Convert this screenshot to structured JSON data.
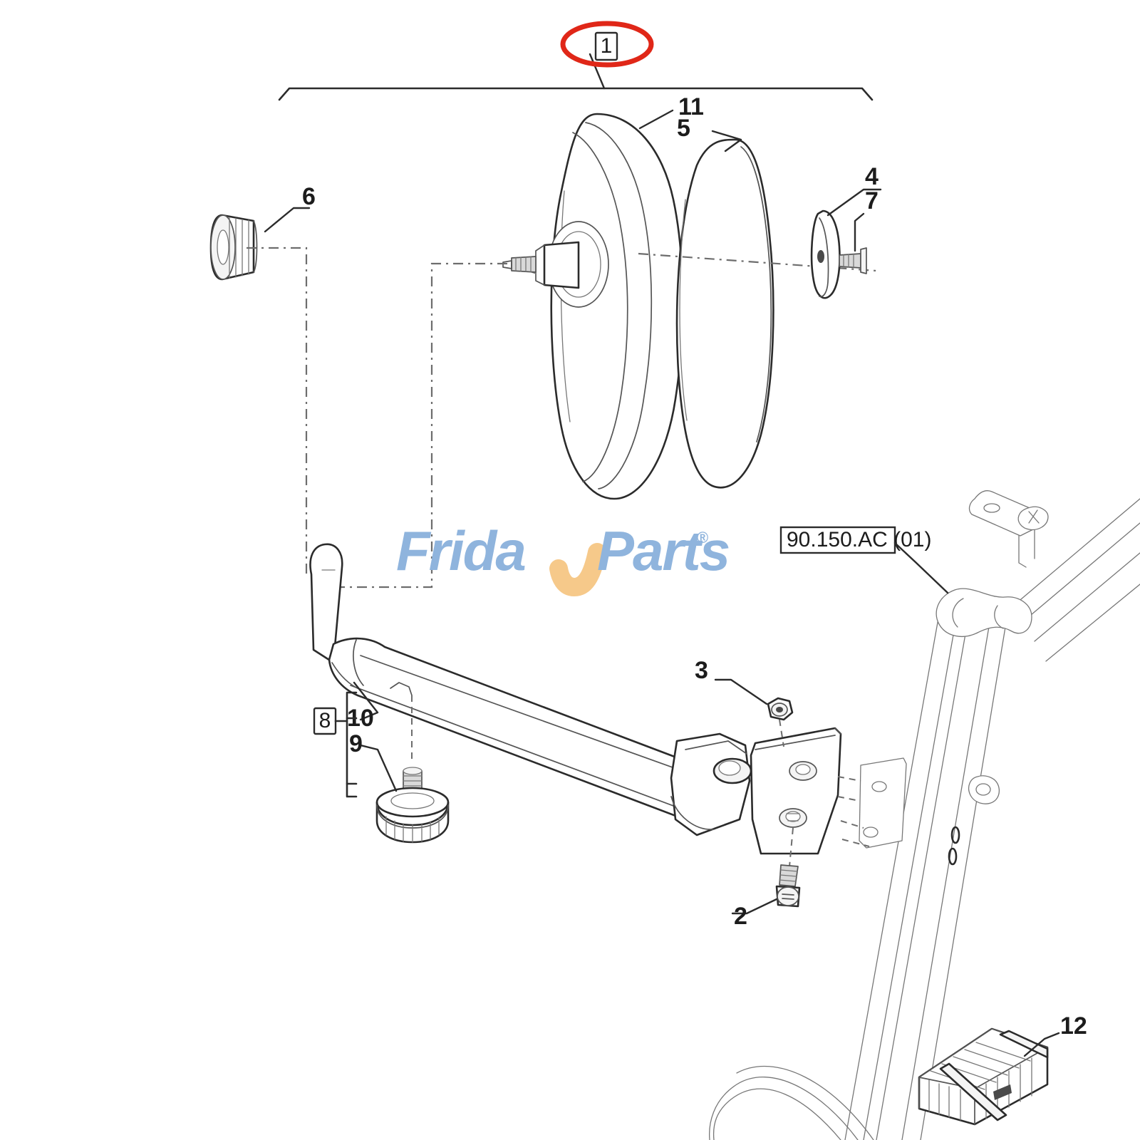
{
  "document": {
    "type": "exploded-parts-diagram",
    "subject": "Rear view mirror assembly with ROPS mounting",
    "background_color": "#ffffff",
    "line_color": "#2b2b2b",
    "highlight_color": "#e02718"
  },
  "highlight": {
    "shape": "ellipse",
    "color": "#e02718",
    "target_callout": "1"
  },
  "assembly_bracket": {
    "callout": "1",
    "label": "1",
    "description": "Top span bracket grouping whole mirror assembly"
  },
  "callouts": [
    {
      "id": "c1",
      "label": "1",
      "name": "assembly-callout",
      "boxed": true,
      "highlighted": true
    },
    {
      "id": "c2",
      "label": "2",
      "name": "socket-head-screw",
      "boxed": false,
      "highlighted": false
    },
    {
      "id": "c3",
      "label": "3",
      "name": "flange-nut",
      "boxed": false,
      "highlighted": false
    },
    {
      "id": "c4",
      "label": "4",
      "name": "mirror-cap-cover",
      "boxed": false,
      "highlighted": false
    },
    {
      "id": "c5",
      "label": "5",
      "name": "mirror-glass",
      "boxed": false,
      "highlighted": false
    },
    {
      "id": "c6",
      "label": "6",
      "name": "knurled-knob-upper",
      "boxed": false,
      "highlighted": false
    },
    {
      "id": "c7",
      "label": "7",
      "name": "cap-screw",
      "boxed": false,
      "highlighted": false
    },
    {
      "id": "c8",
      "label": "8",
      "name": "group-bracket-label",
      "boxed": true,
      "highlighted": false
    },
    {
      "id": "c9",
      "label": "9",
      "name": "knurled-knob-lower",
      "boxed": false,
      "highlighted": false
    },
    {
      "id": "c10",
      "label": "10",
      "name": "mirror-arm",
      "boxed": false,
      "highlighted": false
    },
    {
      "id": "c11",
      "label": "11",
      "name": "mirror-housing",
      "boxed": false,
      "highlighted": false
    },
    {
      "id": "c12",
      "label": "12",
      "name": "shipping-crate",
      "boxed": false,
      "highlighted": false
    }
  ],
  "reference_boxes": [
    {
      "text": "90.150.AC (01)",
      "name": "rops-reference-box"
    }
  ],
  "group_bracket": {
    "box_label": "8",
    "members": [
      "10",
      "9"
    ]
  },
  "watermark": {
    "text_part1": "Frida",
    "text_part2": "Parts",
    "trademark": "®",
    "color_text": "#8fb4dd",
    "color_accent": "#f6c98a"
  }
}
